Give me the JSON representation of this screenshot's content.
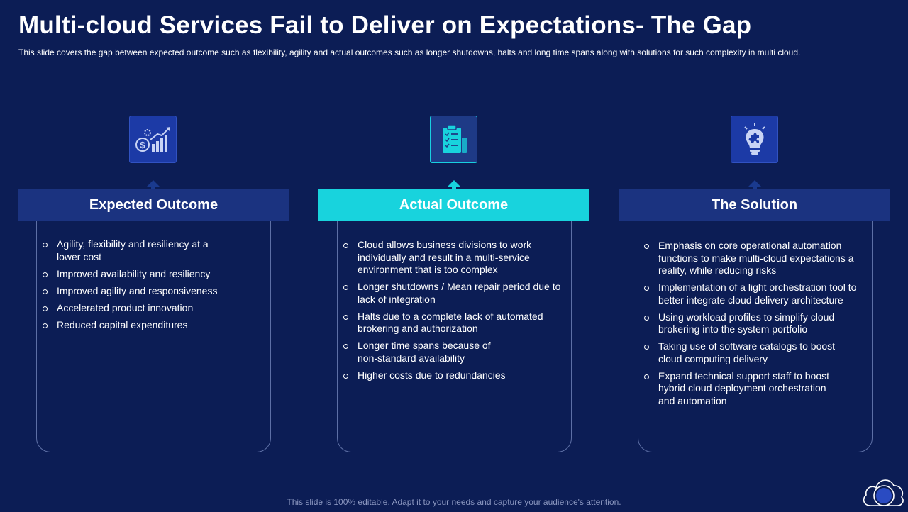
{
  "slide": {
    "title": "Multi-cloud Services Fail to Deliver on Expectations- The Gap",
    "subtitle": "This slide covers the gap between expected outcome such as flexibility, agility and actual outcomes such as longer shutdowns, halts and long time spans along with solutions for such complexity in multi cloud."
  },
  "columns": [
    {
      "icon": "money-growth-chart-icon",
      "header": "Expected Outcome",
      "items": [
        "Agility, flexibility and resiliency at a lower cost",
        "Improved availability and resiliency",
        "Improved agility and responsiveness",
        "Accelerated product innovation",
        "Reduced capital expenditures"
      ]
    },
    {
      "icon": "clipboard-checklist-icon",
      "header": "Actual Outcome",
      "items": [
        "Cloud allows business divisions to work individually and result in a multi-service environment that is too complex",
        "Longer shutdowns / Mean repair period due to lack of integration",
        "Halts due to a complete lack of automated brokering and authorization",
        "Longer time spans because of non-standard availability",
        "Higher costs due to redundancies"
      ]
    },
    {
      "icon": "lightbulb-puzzle-icon",
      "header": "The Solution",
      "items": [
        "Emphasis on core operational automation functions to make multi-cloud expectations a reality, while reducing risks",
        "Implementation of a light orchestration tool to better integrate cloud delivery architecture",
        "Using workload profiles to simplify cloud brokering into the system portfolio",
        "Taking use of software catalogs to boost cloud computing delivery",
        "Expand technical support staff to boost hybrid cloud deployment orchestration and automation"
      ]
    }
  ],
  "footer": "This slide is 100% editable. Adapt it to your needs and capture your audience's attention.",
  "logo_icon": "cloud-logo-icon",
  "colors": {
    "background": "#0c1d55",
    "header_blue": "#1b3380",
    "accent_teal": "#18d3dd"
  }
}
